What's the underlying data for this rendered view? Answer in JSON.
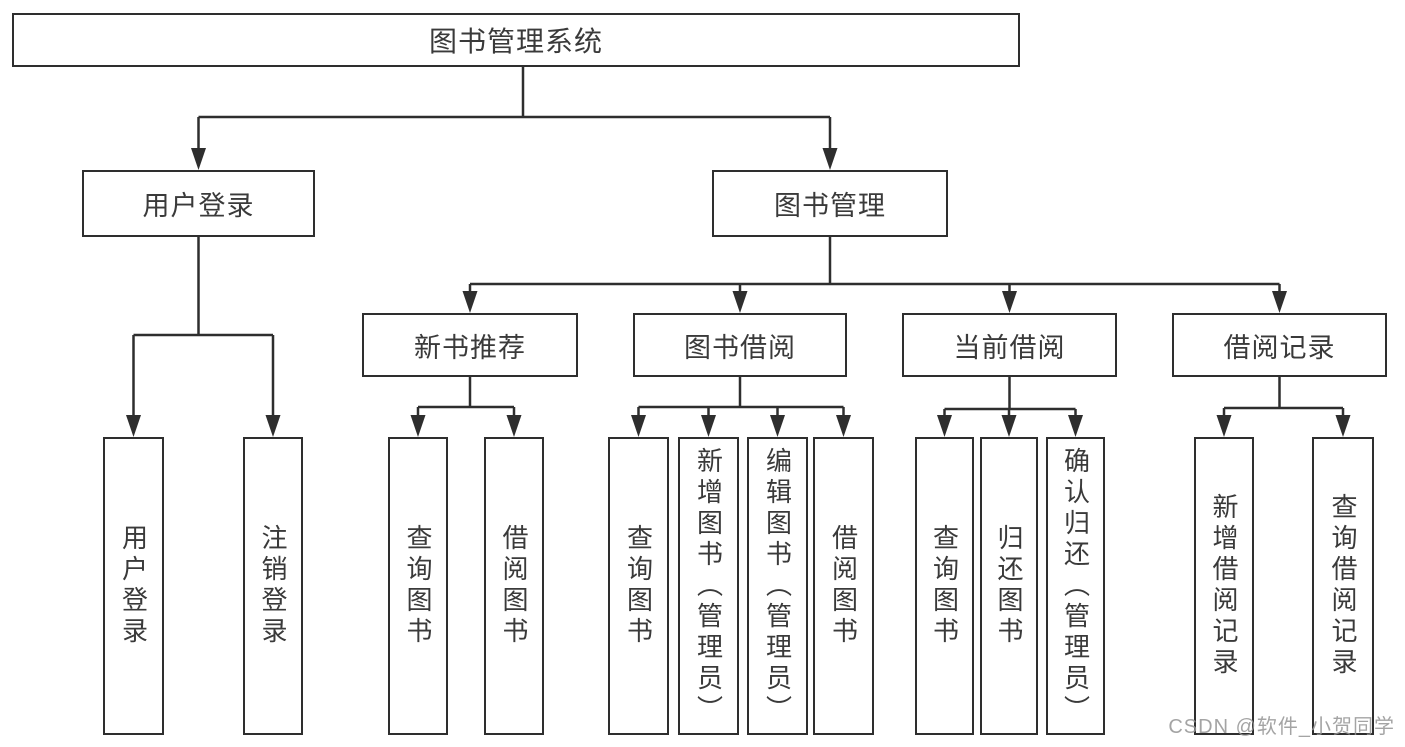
{
  "diagram": {
    "title": "图书管理系统",
    "watermark": "CSDN @软件_小贺同学",
    "colors": {
      "line": "#2e2e2e",
      "text": "#3a3a3a",
      "background": "#ffffff",
      "watermark": "#949494"
    }
  },
  "nodes": [
    {
      "id": "root",
      "label": "图书管理系统",
      "level": 1,
      "parent": null
    },
    {
      "id": "user-login",
      "label": "用户登录",
      "level": 2,
      "parent": "root"
    },
    {
      "id": "book-management",
      "label": "图书管理",
      "level": 2,
      "parent": "root"
    },
    {
      "id": "new-book-recommend",
      "label": "新书推荐",
      "level": 3,
      "parent": "book-management"
    },
    {
      "id": "book-borrow",
      "label": "图书借阅",
      "level": 3,
      "parent": "book-management"
    },
    {
      "id": "current-borrow",
      "label": "当前借阅",
      "level": 3,
      "parent": "book-management"
    },
    {
      "id": "borrow-records",
      "label": "借阅记录",
      "level": 3,
      "parent": "book-management"
    },
    {
      "id": "leaf-user-login",
      "label": "用户登录",
      "level": 4,
      "parent": "user-login"
    },
    {
      "id": "leaf-logout",
      "label": "注销登录",
      "level": 4,
      "parent": "user-login"
    },
    {
      "id": "leaf-nbr-query",
      "label": "查询图书",
      "level": 4,
      "parent": "new-book-recommend"
    },
    {
      "id": "leaf-nbr-borrow",
      "label": "借阅图书",
      "level": 4,
      "parent": "new-book-recommend"
    },
    {
      "id": "leaf-bb-query",
      "label": "查询图书",
      "level": 4,
      "parent": "book-borrow"
    },
    {
      "id": "leaf-bb-add",
      "label": "新增图书（管理员）",
      "level": 4,
      "parent": "book-borrow"
    },
    {
      "id": "leaf-bb-edit",
      "label": "编辑图书（管理员）",
      "level": 4,
      "parent": "book-borrow"
    },
    {
      "id": "leaf-bb-borrow",
      "label": "借阅图书",
      "level": 4,
      "parent": "book-borrow"
    },
    {
      "id": "leaf-cb-query",
      "label": "查询图书",
      "level": 4,
      "parent": "current-borrow"
    },
    {
      "id": "leaf-cb-return",
      "label": "归还图书",
      "level": 4,
      "parent": "current-borrow"
    },
    {
      "id": "leaf-cb-confirm",
      "label": "确认归还（管理员）",
      "level": 4,
      "parent": "current-borrow"
    },
    {
      "id": "leaf-br-add",
      "label": "新增借阅记录",
      "level": 4,
      "parent": "borrow-records"
    },
    {
      "id": "leaf-br-query",
      "label": "查询借阅记录",
      "level": 4,
      "parent": "borrow-records"
    }
  ]
}
